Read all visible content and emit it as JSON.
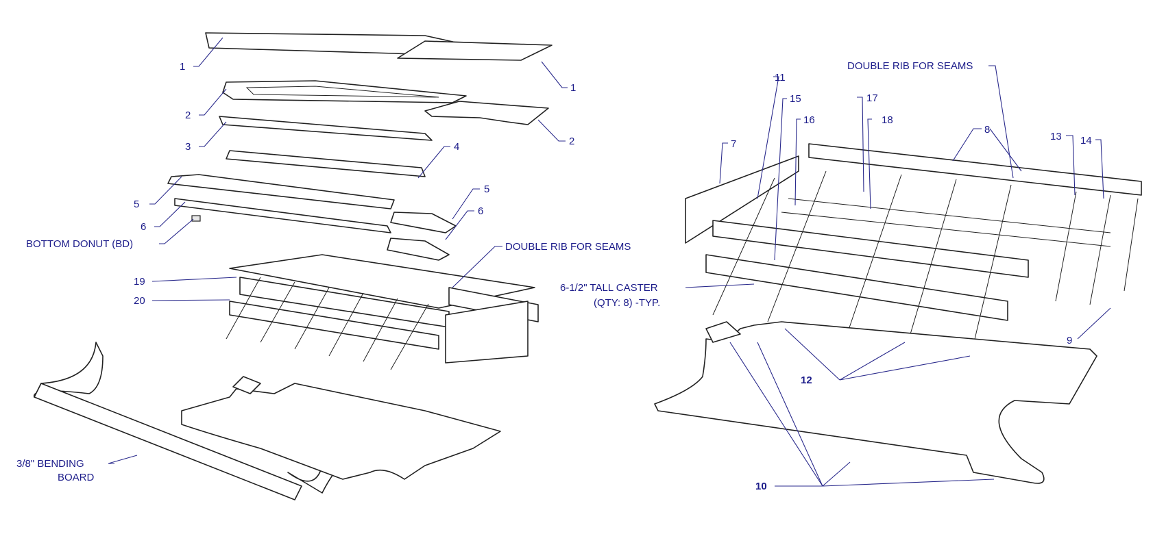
{
  "left_view": {
    "labels": {
      "top_1_left": "1",
      "top_1_right": "1",
      "ring_2_left": "2",
      "ring_2_right": "2",
      "part_3": "3",
      "part_4": "4",
      "part_5_left": "5",
      "part_5_right": "5",
      "part_6_left": "6",
      "part_6_right": "6",
      "bottom_donut": "BOTTOM DONUT (BD)",
      "double_rib": "DOUBLE RIB FOR SEAMS",
      "part_19": "19",
      "part_20": "20",
      "bending_board_line1": "3/8\" BENDING",
      "bending_board_line2": "BOARD"
    }
  },
  "right_view": {
    "labels": {
      "double_rib": "DOUBLE RIB FOR SEAMS",
      "part_11": "11",
      "part_15": "15",
      "part_16": "16",
      "part_17": "17",
      "part_18": "18",
      "part_8": "8",
      "part_7": "7",
      "part_13": "13",
      "part_14": "14",
      "part_9": "9",
      "caster_line1": "6-1/2\" TALL CASTER",
      "caster_line2": "(QTY: 8) -TYP.",
      "part_12": "12",
      "part_10": "10"
    }
  },
  "colors": {
    "label": "#1c1c8a",
    "linework": "#222222"
  }
}
